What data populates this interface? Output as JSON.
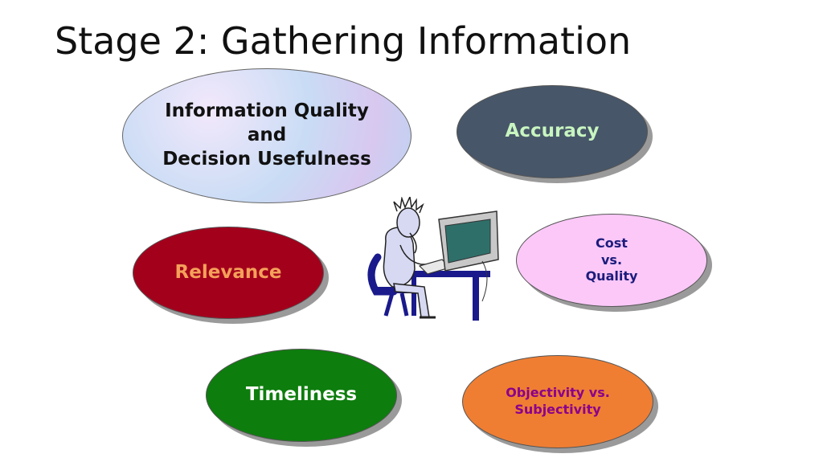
{
  "slide": {
    "title": "Stage 2: Gathering Information"
  },
  "ovals": {
    "quality": [
      "Information Quality",
      "and",
      "Decision Usefulness"
    ],
    "accuracy": "Accuracy",
    "relevance": "Relevance",
    "cost": [
      "Cost",
      "vs.",
      "Quality"
    ],
    "timeliness": "Timeliness",
    "objectivity": [
      "Objectivity vs.",
      "Subjectivity"
    ]
  }
}
